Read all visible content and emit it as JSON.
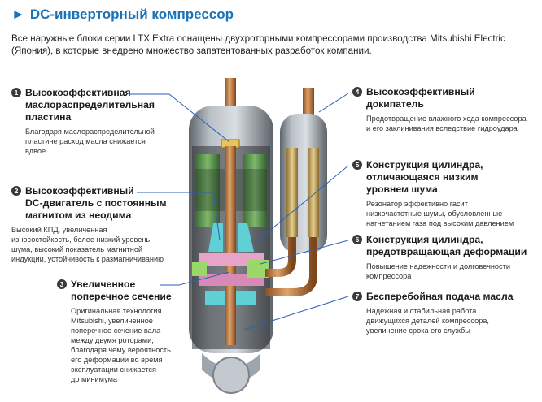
{
  "header": {
    "title": "DC-инверторный компрессор",
    "intro": "Все наружные блоки серии LTX Extra оснащены двухроторными компрессорами производства Mitsubishi Electric (Япония), в которые внедрено множество запатентованных разработок компании."
  },
  "callouts": [
    {
      "num": "1",
      "title": "Высокоэффективная\nмаслораспределительная\nпластина",
      "desc": "Благодаря маслораспределительной\nпластине расход масла снижается\nвдвое"
    },
    {
      "num": "2",
      "title": "Высокоэффективный\nDC-двигатель с постоянным\nмагнитом из неодима",
      "desc": "Высокий КПД, увеличенная\nизносостойкость, более низкий уровень\nшума, высокий показатель магнитной\nиндукции, устойчивость к размагничиванию"
    },
    {
      "num": "3",
      "title": "Увеличенное\nпоперечное сечение",
      "desc": "Оригинальная технология\nMitsubishi, увеличенное\nпоперечное сечение вала\nмежду двумя роторами,\nблагодаря чему вероятность\nего деформации во время\nэксплуатации снижается\nдо минимума"
    },
    {
      "num": "4",
      "title": "Высокоэффективный\nдокипатель",
      "desc": "Предотвращение влажного хода компрессора\nи его заклинивания вследствие гидроудара"
    },
    {
      "num": "5",
      "title": "Конструкция цилиндра,\nотличающаяся низким\nуровнем шума",
      "desc": "Резонатор эффективно гасит\nнизкочастотные шумы, обусловленные\nнагнетанием газа под высоким давлением"
    },
    {
      "num": "6",
      "title": "Конструкция цилиндра,\nпредотвращающая деформации",
      "desc": "Повышение надежности и долговечности\nкомпрессора"
    },
    {
      "num": "7",
      "title": "Бесперебойная подача масла",
      "desc": "Надежная и стабильная работа\nдвижущихся деталей компрессора,\nувеличение срока его службы"
    }
  ],
  "colors": {
    "title_blue": "#1a73b8",
    "leader_blue": "#2d5fb5",
    "shell_gray": "#8a9299",
    "copper": "#c98a4a",
    "green_accent": "#9bd86a",
    "cyan_accent": "#5fd0d6",
    "pink_accent": "#e7a3c9"
  }
}
